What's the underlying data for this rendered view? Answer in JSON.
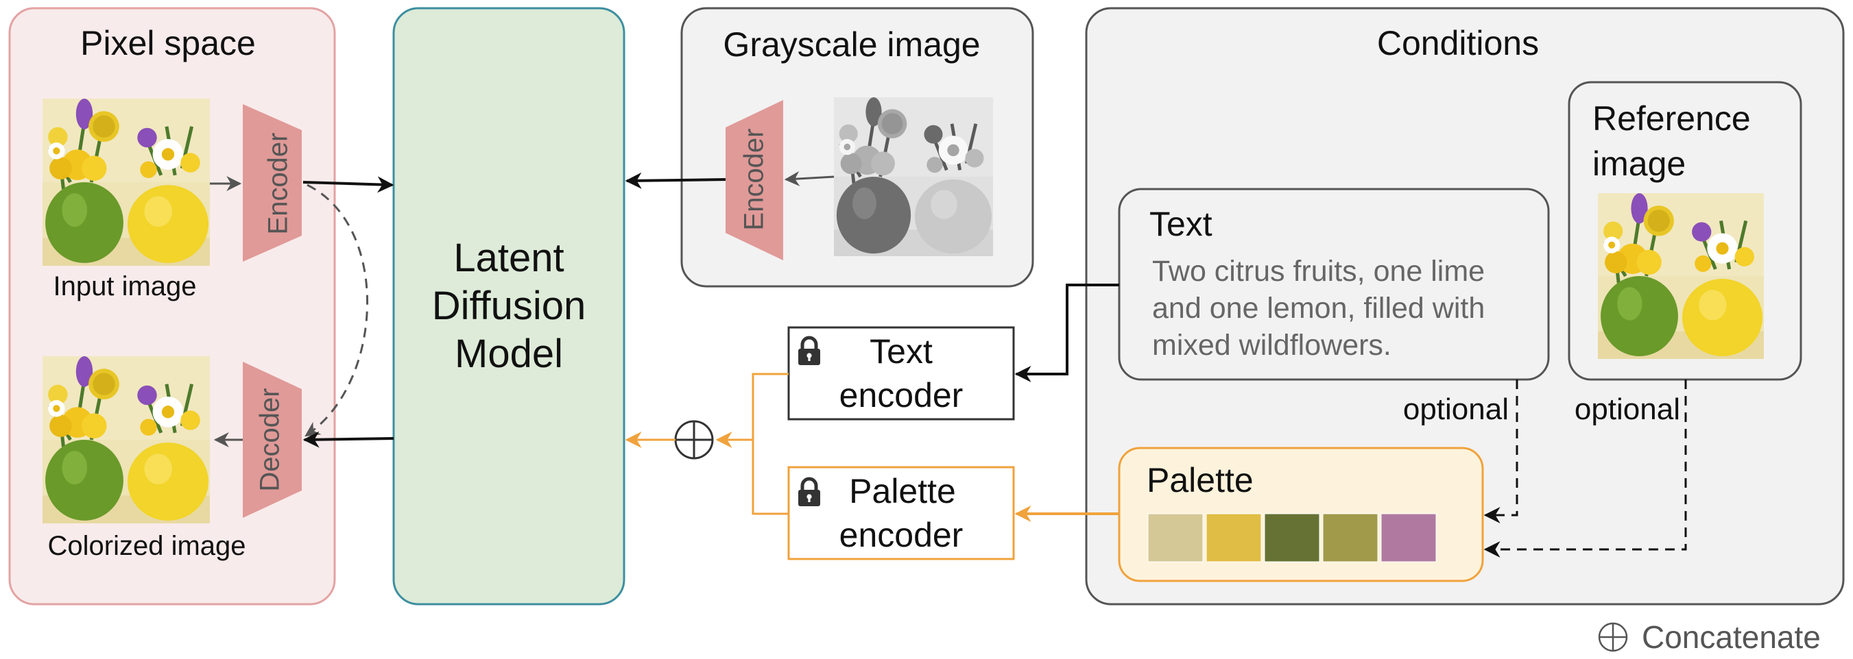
{
  "pixel_space": {
    "title": "Pixel space",
    "input_caption": "Input image",
    "output_caption": "Colorized image"
  },
  "ldm": {
    "lines": [
      "Latent",
      "Diffusion",
      "Model"
    ]
  },
  "grayscale": {
    "title": "Grayscale image"
  },
  "encoder_label": "Encoder",
  "decoder_label": "Decoder",
  "conditions": {
    "title": "Conditions",
    "text_box": {
      "title": "Text",
      "lines": [
        "Two citrus fruits, one lime",
        "and one lemon, filled with",
        "mixed wildflowers."
      ]
    },
    "reference": {
      "lines": [
        "Reference",
        "image"
      ]
    },
    "palette": {
      "title": "Palette",
      "swatches": [
        "#D4C896",
        "#E0BD44",
        "#667233",
        "#A09A4A",
        "#B07AA0"
      ]
    },
    "optional_label": "optional"
  },
  "text_encoder": {
    "lines": [
      "Text",
      "encoder"
    ]
  },
  "palette_encoder": {
    "lines": [
      "Palette",
      "encoder"
    ]
  },
  "legend": {
    "symbol": "⊕",
    "label": "Concatenate"
  },
  "colors": {
    "pixel_fill": "#F8EBEB",
    "pixel_stroke": "#E3A3A3",
    "ldm_fill": "#DDEBD8",
    "ldm_stroke": "#3D8FA0",
    "gray_fill": "#F2F2F2",
    "gray_stroke": "#555555",
    "enc_fill": "#E09A98",
    "palette_fill": "#FDF3DC",
    "palette_stroke": "#F0A23C",
    "arrow_orange": "#F0A23C",
    "arrow_dark": "#111111"
  }
}
